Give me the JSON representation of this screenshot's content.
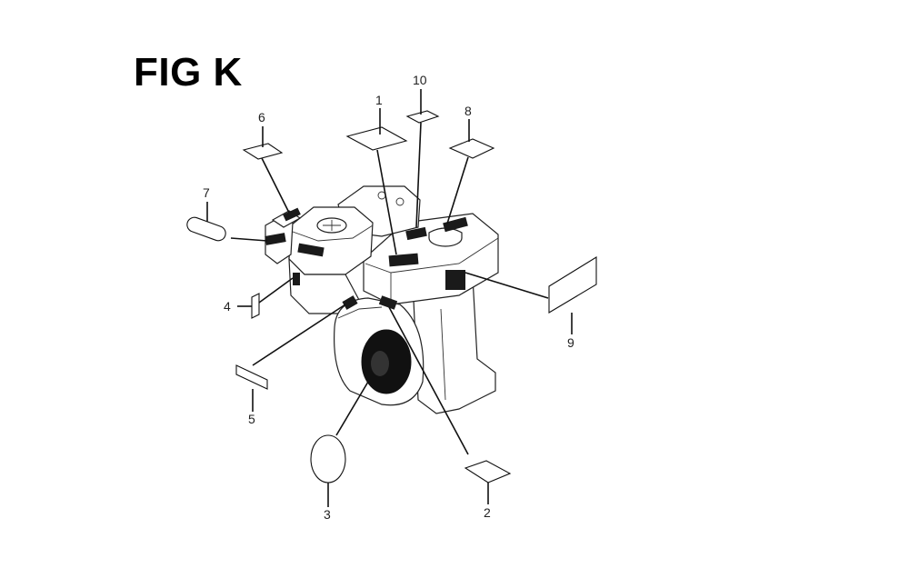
{
  "figure": {
    "title": "FIG K",
    "callouts": [
      {
        "id": "1",
        "label": "1"
      },
      {
        "id": "2",
        "label": "2"
      },
      {
        "id": "3",
        "label": "3"
      },
      {
        "id": "4",
        "label": "4"
      },
      {
        "id": "5",
        "label": "5"
      },
      {
        "id": "6",
        "label": "6"
      },
      {
        "id": "7",
        "label": "7"
      },
      {
        "id": "8",
        "label": "8"
      },
      {
        "id": "9",
        "label": "9"
      },
      {
        "id": "10",
        "label": "10"
      }
    ]
  },
  "colors": {
    "ink": "#111111",
    "background": "#ffffff"
  }
}
